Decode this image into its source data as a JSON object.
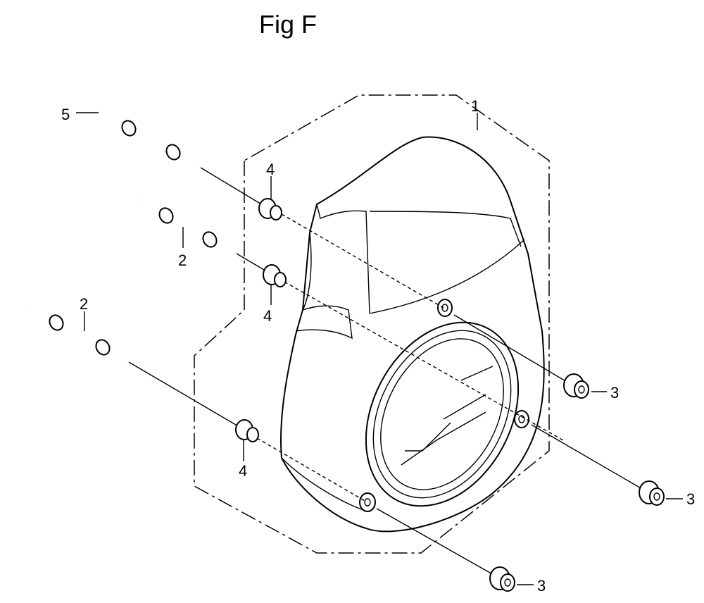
{
  "figure": {
    "title": "Fig F"
  },
  "callouts": {
    "shroud": "1",
    "stud_upper": "5",
    "stud_middle": "2",
    "stud_lower": "2",
    "collar_top": "4",
    "collar_middle": "4",
    "collar_bottom": "4",
    "nut_right_upper": "3",
    "nut_right_lower": "3",
    "nut_bottom": "3"
  }
}
